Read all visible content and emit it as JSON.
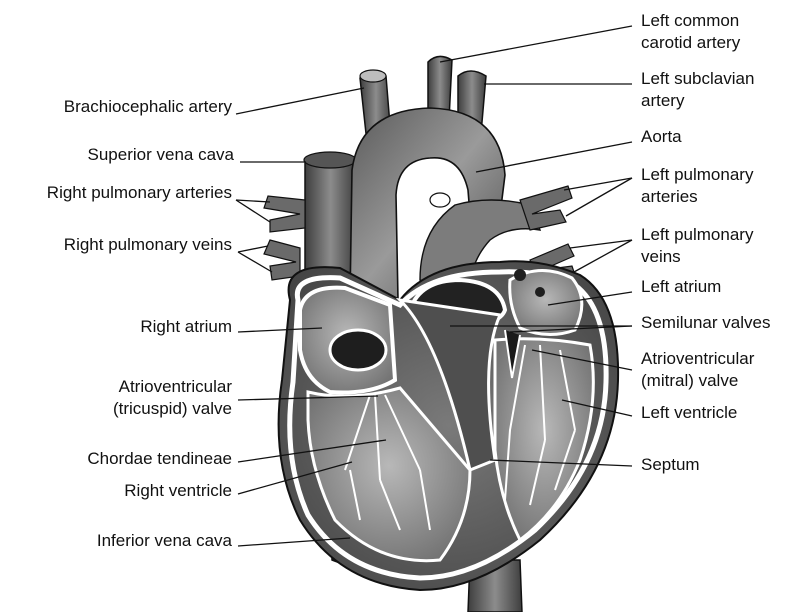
{
  "labels": {
    "left_common_carotid_1": "Left common",
    "left_common_carotid_2": "carotid artery",
    "left_subclavian_1": "Left subclavian",
    "left_subclavian_2": "artery",
    "aorta": "Aorta",
    "left_pulmonary_arteries_1": "Left pulmonary",
    "left_pulmonary_arteries_2": "arteries",
    "left_pulmonary_veins_1": "Left pulmonary",
    "left_pulmonary_veins_2": "veins",
    "left_atrium": "Left atrium",
    "semilunar_valves": "Semilunar valves",
    "av_mitral_1": "Atrioventricular",
    "av_mitral_2": "(mitral) valve",
    "left_ventricle": "Left ventricle",
    "septum": "Septum",
    "brachiocephalic": "Brachiocephalic artery",
    "superior_vena_cava": "Superior vena cava",
    "right_pulmonary_arteries": "Right pulmonary arteries",
    "right_pulmonary_veins": "Right pulmonary veins",
    "right_atrium": "Right atrium",
    "av_tricuspid_1": "Atrioventricular",
    "av_tricuspid_2": "(tricuspid) valve",
    "chordae_tendineae": "Chordae tendineae",
    "right_ventricle": "Right ventricle",
    "inferior_vena_cava": "Inferior vena cava"
  },
  "colors": {
    "outline": "#111111",
    "vessel_dark": "#4a4a4a",
    "vessel_mid": "#707070",
    "myocardium": "#5c5c5c",
    "chamber": "#8a8a8a",
    "chamber_light": "#b5b5b5",
    "valve_white": "#ffffff",
    "background": "#ffffff"
  }
}
